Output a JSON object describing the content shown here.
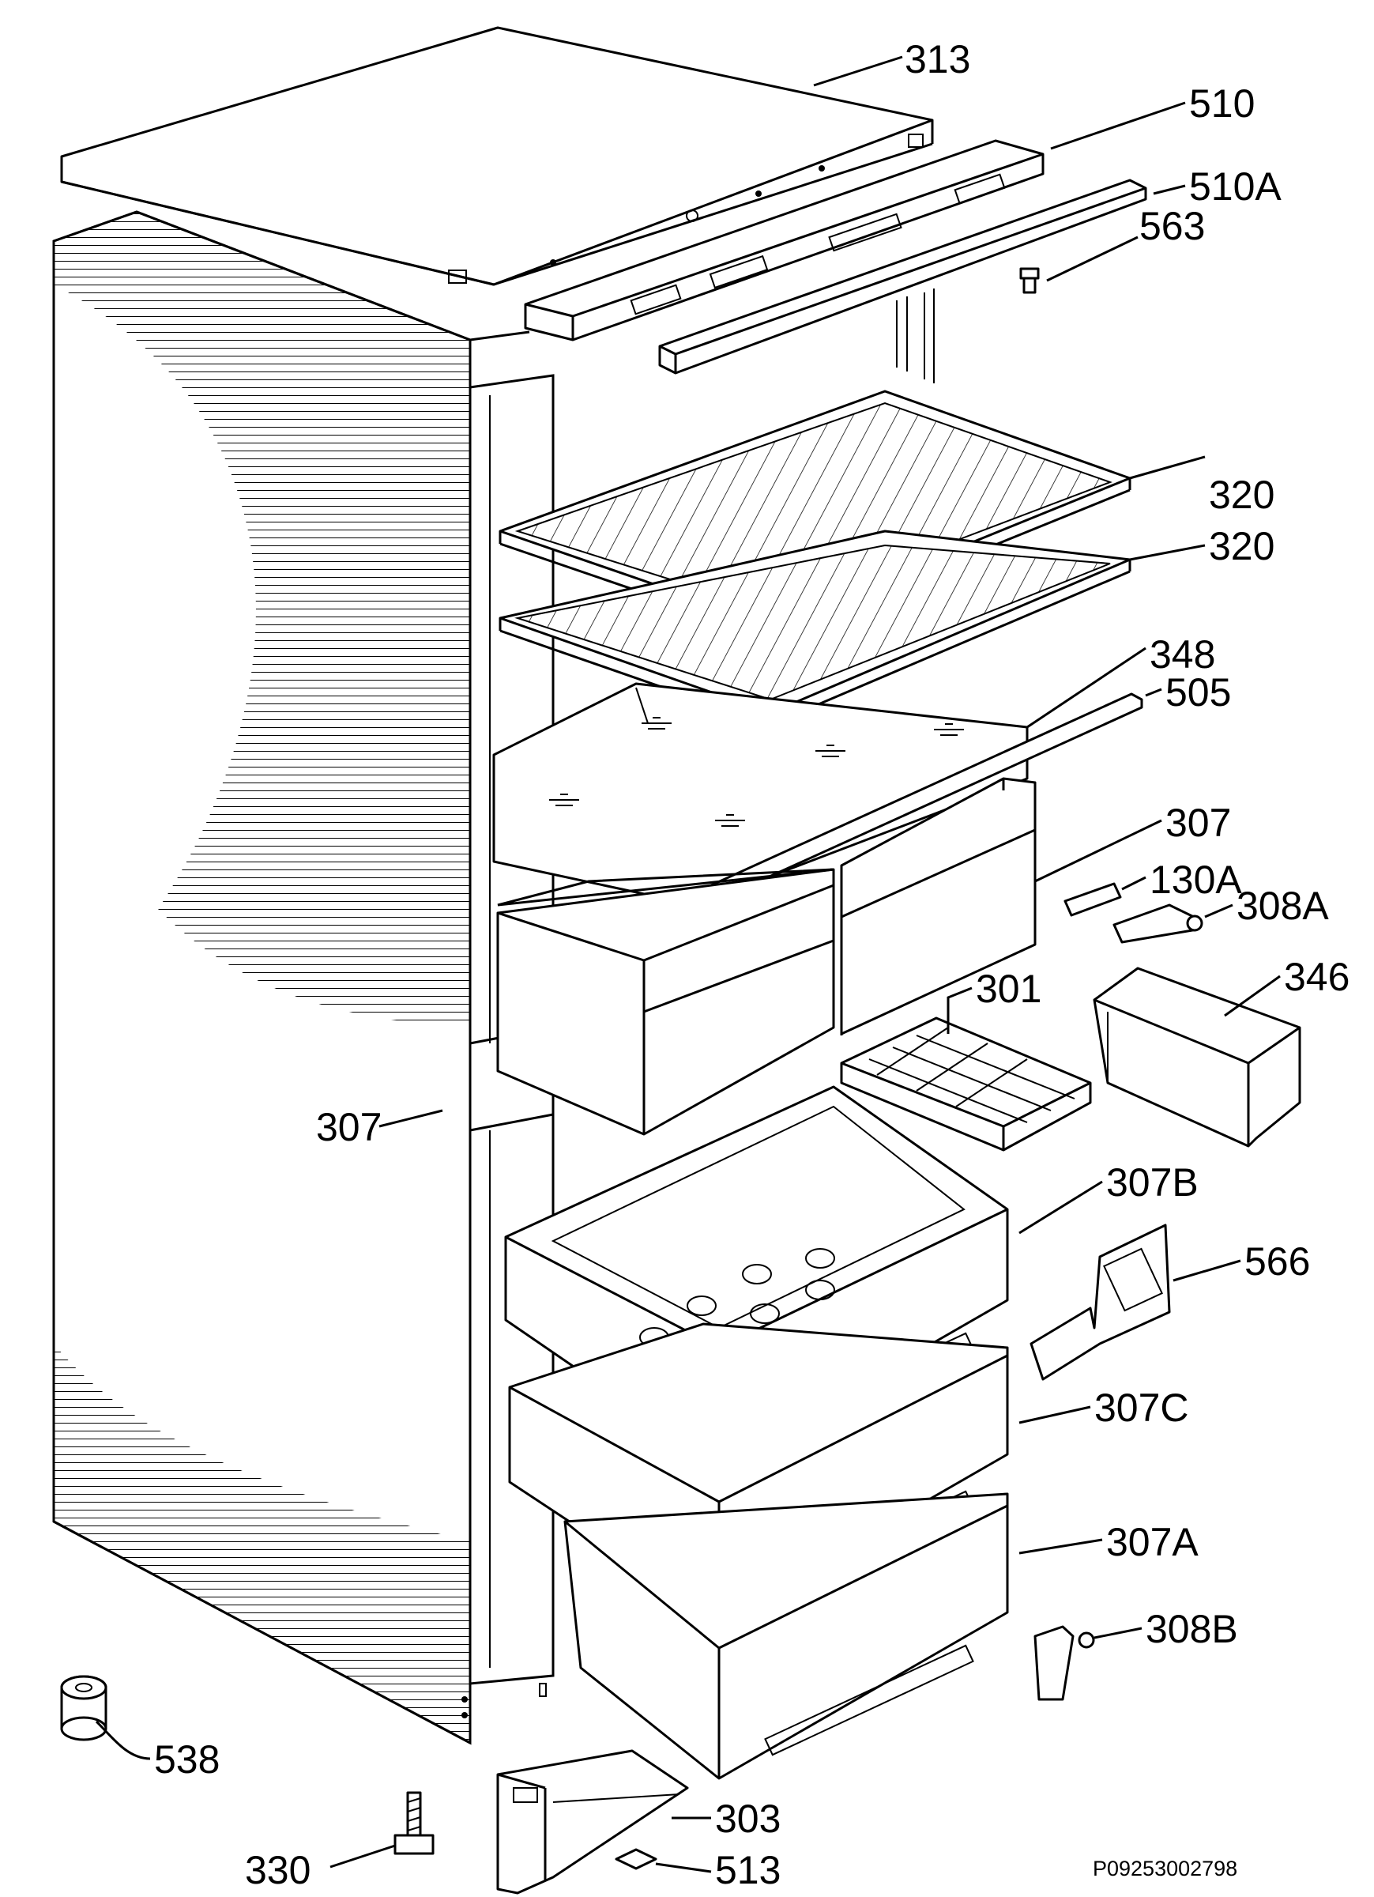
{
  "labels": {
    "l313": "313",
    "l510": "510",
    "l510a": "510A",
    "l563": "563",
    "l320a": "320",
    "l320b": "320",
    "l348": "348",
    "l505": "505",
    "l307a": "307",
    "l130a": "130A",
    "l308a": "308A",
    "l301": "301",
    "l346": "346",
    "l307b": "307",
    "l307B": "307B",
    "l566": "566",
    "l307C": "307C",
    "l307A": "307A",
    "l308B": "308B",
    "l538": "538",
    "l303": "303",
    "l330": "330",
    "l513": "513"
  },
  "document_number": "P09253002798"
}
